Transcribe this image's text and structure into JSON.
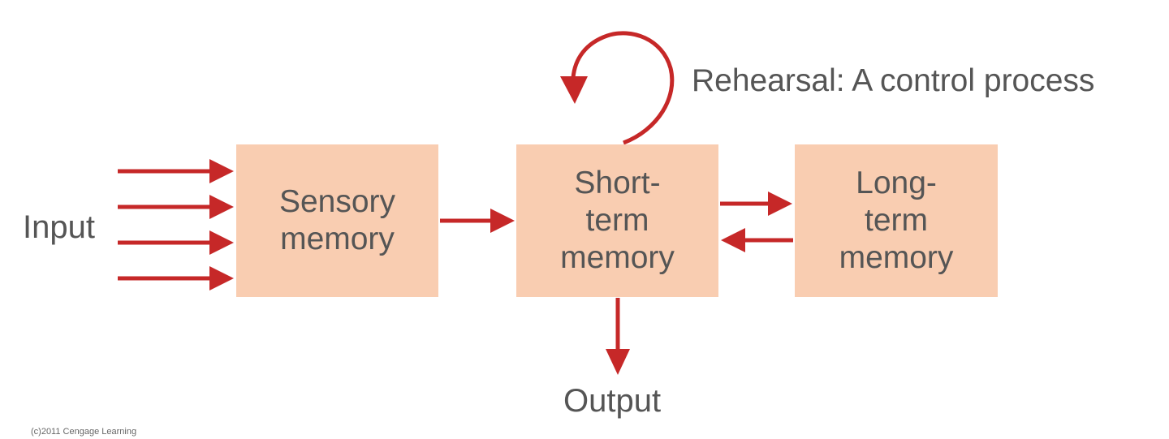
{
  "colors": {
    "box_fill": "#f9cdb1",
    "arrow": "#c62828",
    "text": "#555555"
  },
  "diagram": {
    "input_label": "Input",
    "output_label": "Output",
    "rehearsal_label": "Rehearsal: A control process",
    "copyright": "(c)2011 Cengage Learning",
    "boxes": {
      "sensory": {
        "line1": "Sensory",
        "line2": "memory"
      },
      "short_term": {
        "line1": "Short-",
        "line2": "term",
        "line3": "memory"
      },
      "long_term": {
        "line1": "Long-",
        "line2": "term",
        "line3": "memory"
      }
    }
  }
}
